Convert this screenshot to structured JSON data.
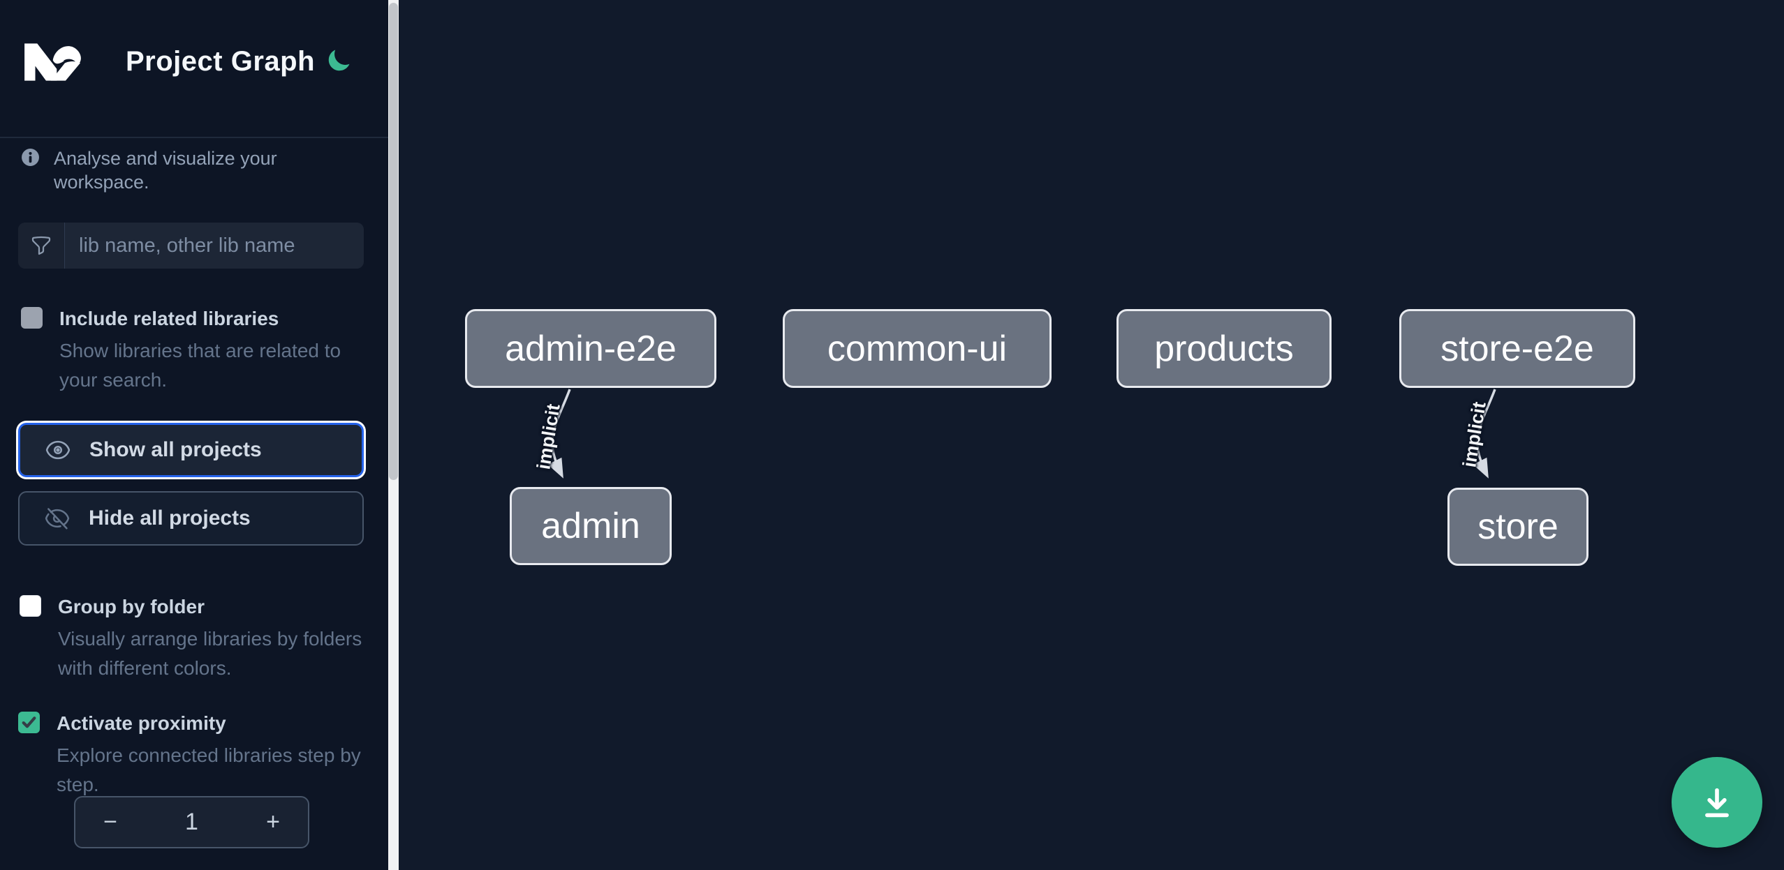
{
  "app": {
    "title": "Project Graph"
  },
  "sidebar": {
    "info_text": "Analyse and visualize your workspace.",
    "search": {
      "placeholder": "lib name, other lib name"
    },
    "checkboxes": [
      {
        "label": "Include related libraries",
        "description": "Show libraries that are related to your search.",
        "checked": false
      },
      {
        "label": "Group by folder",
        "description": "Visually arrange libraries by folders with different colors.",
        "checked": false
      },
      {
        "label": "Activate proximity",
        "description": "Explore connected libraries step by step.",
        "checked": true
      }
    ],
    "actions": [
      {
        "label": "Show all projects",
        "focused": true
      },
      {
        "label": "Hide all projects",
        "focused": false
      }
    ],
    "proximity_stepper": {
      "decrement": "−",
      "value": "1",
      "increment": "+"
    }
  },
  "graph": {
    "nodes": [
      {
        "label": "admin-e2e"
      },
      {
        "label": "common-ui"
      },
      {
        "label": "products"
      },
      {
        "label": "store-e2e"
      },
      {
        "label": "admin"
      },
      {
        "label": "store"
      }
    ],
    "edges": [
      {
        "source": "admin-e2e",
        "target": "admin",
        "label": "implicit"
      },
      {
        "source": "store-e2e",
        "target": "store",
        "label": "implicit"
      }
    ]
  },
  "colors": {
    "accent_green": "#3cba92",
    "focus_blue": "#2563eb",
    "node_fill": "#6a7280",
    "sidebar_bg": "#0d1525",
    "canvas_bg": "#111a2b"
  }
}
